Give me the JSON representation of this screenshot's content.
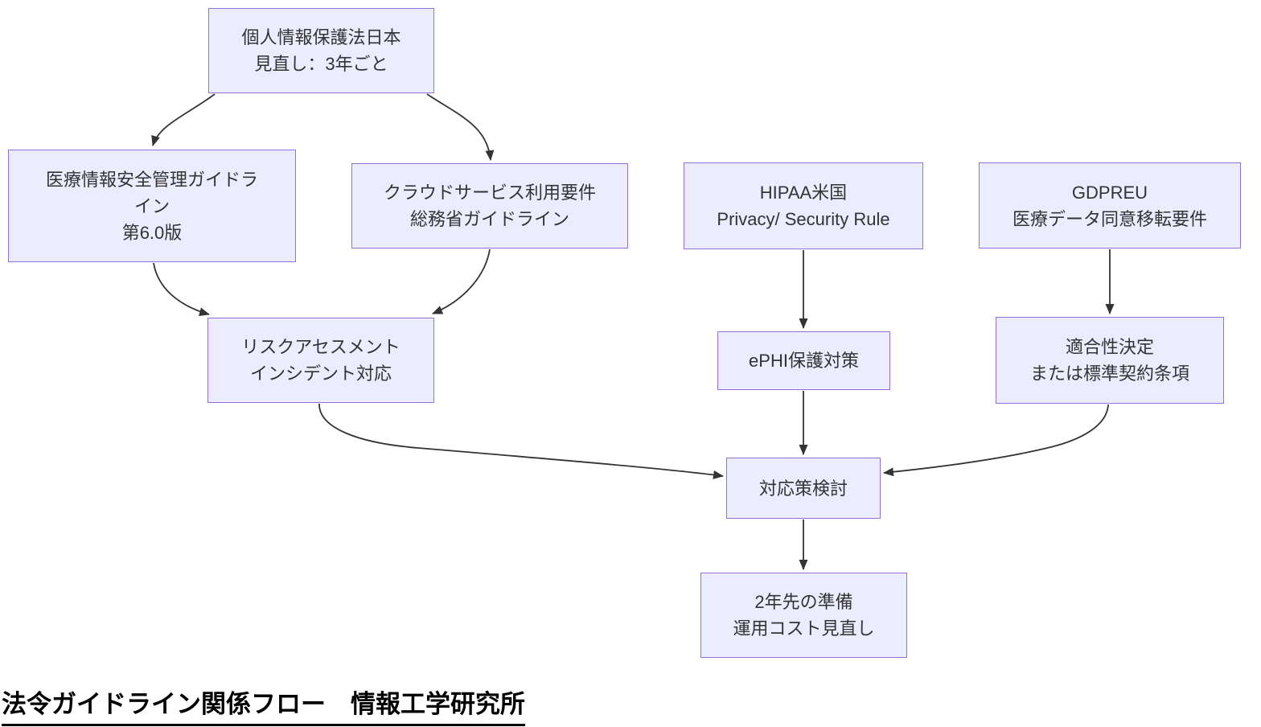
{
  "diagram": {
    "title": "法令ガイドライン関係フロー　情報工学研究所",
    "colors": {
      "node_fill": "#ECECFF",
      "node_border": "#9370DB",
      "edge": "#333333",
      "text": "#333333"
    },
    "nodes": {
      "jp_law": {
        "label": "個人情報保護法日本\n見直し：3年ごと"
      },
      "med_guide": {
        "label": "医療情報安全管理ガイドラ\nイン\n第6.0版"
      },
      "cloud": {
        "label": "クラウドサービス利用要件\n総務省ガイドライン"
      },
      "hipaa": {
        "label": "HIPAA米国\nPrivacy/ Security Rule"
      },
      "gdpr": {
        "label": "GDPREU\n医療データ同意移転要件"
      },
      "risk": {
        "label": "リスクアセスメント\nインシデント対応"
      },
      "ephi": {
        "label": "ePHI保護対策"
      },
      "adequacy": {
        "label": "適合性決定\nまたは標準契約条項"
      },
      "response": {
        "label": "対応策検討"
      },
      "prep": {
        "label": "2年先の準備\n運用コスト見直し"
      }
    },
    "edges": [
      {
        "from": "jp_law",
        "to": "med_guide"
      },
      {
        "from": "jp_law",
        "to": "cloud"
      },
      {
        "from": "med_guide",
        "to": "risk"
      },
      {
        "from": "cloud",
        "to": "risk"
      },
      {
        "from": "hipaa",
        "to": "ephi"
      },
      {
        "from": "gdpr",
        "to": "adequacy"
      },
      {
        "from": "risk",
        "to": "response"
      },
      {
        "from": "ephi",
        "to": "response"
      },
      {
        "from": "adequacy",
        "to": "response"
      },
      {
        "from": "response",
        "to": "prep"
      }
    ]
  }
}
